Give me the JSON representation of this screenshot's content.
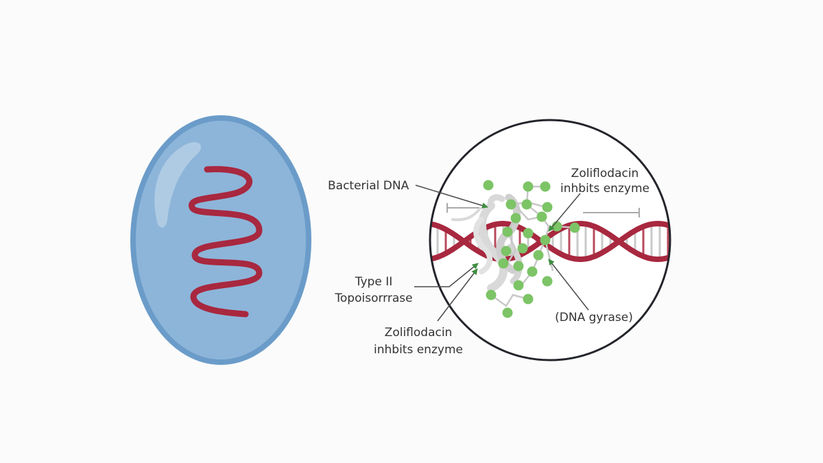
{
  "labels": {
    "bacterial_dna": "Bacterial DNA",
    "zoliflodacin_top_line1": "Zoliflodacin",
    "zoliflodacin_top_line2": "inhbits enzyme",
    "type_ii_line1": "Type II",
    "type_ii_line2": "Topoisorrrase",
    "zoliflodacin_bottom_line1": "Zoliflodacin",
    "zoliflodacin_bottom_line2": "inhbits enzyme",
    "dna_gyrase": "(DNA gyrase)"
  },
  "colors": {
    "background": "#fbfbfb",
    "cell_fill": "#8db5d9",
    "cell_outline": "#6b9cc9",
    "dna_red": "#a8283f",
    "drug_green": "#7cc466",
    "arrow_green": "#3f8d3f",
    "enzyme_grey": "#d9d9d9",
    "circle_outline": "#23252b"
  }
}
